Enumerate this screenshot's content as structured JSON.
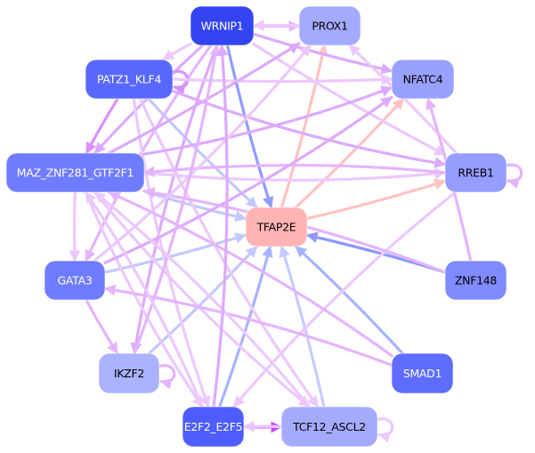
{
  "diagram": {
    "type": "directed-network",
    "nodes": [
      {
        "id": "WRNIP1",
        "label": "WRNIP1",
        "fill": "#3344f2",
        "text_color": "#ffffff"
      },
      {
        "id": "PROX1",
        "label": "PROX1",
        "fill": "#a4abff",
        "text_color": "#000000"
      },
      {
        "id": "PATZ1_KLF4",
        "label": "PATZ1_KLF4",
        "fill": "#5868ff",
        "text_color": "#ffffff"
      },
      {
        "id": "NFATC4",
        "label": "NFATC4",
        "fill": "#99a1ff",
        "text_color": "#000000"
      },
      {
        "id": "MAZ_ZNF281_GTF2F1",
        "label": "MAZ_ZNF281_GTF2F1",
        "fill": "#6f7cff",
        "text_color": "#ffffff"
      },
      {
        "id": "RREB1",
        "label": "RREB1",
        "fill": "#959dff",
        "text_color": "#000000"
      },
      {
        "id": "TFAP2E",
        "label": "TFAP2E",
        "fill": "#ffb4b4",
        "text_color": "#000000"
      },
      {
        "id": "GATA3",
        "label": "GATA3",
        "fill": "#6f7cff",
        "text_color": "#ffffff"
      },
      {
        "id": "ZNF148",
        "label": "ZNF148",
        "fill": "#7f8bff",
        "text_color": "#000000"
      },
      {
        "id": "IKZF2",
        "label": "IKZF2",
        "fill": "#abb2ff",
        "text_color": "#000000"
      },
      {
        "id": "SMAD1",
        "label": "SMAD1",
        "fill": "#5e6cff",
        "text_color": "#ffffff"
      },
      {
        "id": "E2F2_E2F5",
        "label": "E2F2_E2F5",
        "fill": "#4e5dff",
        "text_color": "#ffffff"
      },
      {
        "id": "TCF12_ASCL2",
        "label": "TCF12_ASCL2",
        "fill": "#a4abff",
        "text_color": "#000000"
      }
    ],
    "edges": [
      {
        "from": "WRNIP1",
        "to": "TFAP2E",
        "color": "#8f9cff"
      },
      {
        "from": "PATZ1_KLF4",
        "to": "TFAP2E",
        "color": "#c2c9ff"
      },
      {
        "from": "MAZ_ZNF281_GTF2F1",
        "to": "TFAP2E",
        "color": "#c2c9ff"
      },
      {
        "from": "GATA3",
        "to": "TFAP2E",
        "color": "#c2c9ff"
      },
      {
        "from": "IKZF2",
        "to": "TFAP2E",
        "color": "#c2c9ff"
      },
      {
        "from": "E2F2_E2F5",
        "to": "TFAP2E",
        "color": "#a8b2ff"
      },
      {
        "from": "TCF12_ASCL2",
        "to": "TFAP2E",
        "color": "#c6cbff"
      },
      {
        "from": "SMAD1",
        "to": "TFAP2E",
        "color": "#a8b2ff"
      },
      {
        "from": "ZNF148",
        "to": "TFAP2E",
        "color": "#8d98ff"
      },
      {
        "from": "TFAP2E",
        "to": "PROX1",
        "color": "#ffc2c2"
      },
      {
        "from": "TFAP2E",
        "to": "NFATC4",
        "color": "#ffc2c2"
      },
      {
        "from": "TFAP2E",
        "to": "RREB1",
        "color": "#ffc2c2"
      },
      {
        "from": "WRNIP1",
        "to": "PROX1",
        "color": "#e4b4ff"
      },
      {
        "from": "PROX1",
        "to": "WRNIP1",
        "color": "#ecc8ff"
      },
      {
        "from": "WRNIP1",
        "to": "NFATC4",
        "color": "#ddaaff"
      },
      {
        "from": "WRNIP1",
        "to": "PATZ1_KLF4",
        "color": "#ecc8ff"
      },
      {
        "from": "WRNIP1",
        "to": "MAZ_ZNF281_GTF2F1",
        "color": "#ddaaff"
      },
      {
        "from": "WRNIP1",
        "to": "IKZF2",
        "color": "#ddaaff"
      },
      {
        "from": "WRNIP1",
        "to": "GATA3",
        "color": "#e4b4ff"
      },
      {
        "from": "WRNIP1",
        "to": "RREB1",
        "color": "#ecc8ff"
      },
      {
        "from": "PATZ1_KLF4",
        "to": "PATZ1_KLF4",
        "color": "#d790ff"
      },
      {
        "from": "PATZ1_KLF4",
        "to": "MAZ_ZNF281_GTF2F1",
        "color": "#da90ff"
      },
      {
        "from": "PATZ1_KLF4",
        "to": "NFATC4",
        "color": "#ecc8ff"
      },
      {
        "from": "PATZ1_KLF4",
        "to": "RREB1",
        "color": "#ddaaff"
      },
      {
        "from": "PATZ1_KLF4",
        "to": "E2F2_E2F5",
        "color": "#ecc8ff"
      },
      {
        "from": "PATZ1_KLF4",
        "to": "TCF12_ASCL2",
        "color": "#ecc8ff"
      },
      {
        "from": "MAZ_ZNF281_GTF2F1",
        "to": "PROX1",
        "color": "#ddaaff"
      },
      {
        "from": "MAZ_ZNF281_GTF2F1",
        "to": "NFATC4",
        "color": "#ddaaff"
      },
      {
        "from": "MAZ_ZNF281_GTF2F1",
        "to": "RREB1",
        "color": "#ecc8ff"
      },
      {
        "from": "MAZ_ZNF281_GTF2F1",
        "to": "GATA3",
        "color": "#ecc8ff"
      },
      {
        "from": "MAZ_ZNF281_GTF2F1",
        "to": "E2F2_E2F5",
        "color": "#ecc8ff"
      },
      {
        "from": "MAZ_ZNF281_GTF2F1",
        "to": "TCF12_ASCL2",
        "color": "#ecc8ff"
      },
      {
        "from": "RREB1",
        "to": "MAZ_ZNF281_GTF2F1",
        "color": "#e4b4ff"
      },
      {
        "from": "RREB1",
        "to": "RREB1",
        "color": "#e4b4ff"
      },
      {
        "from": "RREB1",
        "to": "PROX1",
        "color": "#ecc8ff"
      },
      {
        "from": "RREB1",
        "to": "E2F2_E2F5",
        "color": "#ecc8ff"
      },
      {
        "from": "ZNF148",
        "to": "NFATC4",
        "color": "#e4b4ff"
      },
      {
        "from": "ZNF148",
        "to": "MAZ_ZNF281_GTF2F1",
        "color": "#e4b4ff"
      },
      {
        "from": "GATA3",
        "to": "IKZF2",
        "color": "#e4b4ff"
      },
      {
        "from": "GATA3",
        "to": "PROX1",
        "color": "#ecc8ff"
      },
      {
        "from": "GATA3",
        "to": "NFATC4",
        "color": "#ddaaff"
      },
      {
        "from": "SMAD1",
        "to": "GATA3",
        "color": "#e4b4ff"
      },
      {
        "from": "SMAD1",
        "to": "MAZ_ZNF281_GTF2F1",
        "color": "#e4b4ff"
      },
      {
        "from": "IKZF2",
        "to": "IKZF2",
        "color": "#e4b4ff"
      },
      {
        "from": "IKZF2",
        "to": "WRNIP1",
        "color": "#e4b4ff"
      },
      {
        "from": "E2F2_E2F5",
        "to": "TCF12_ASCL2",
        "color": "#c845ff"
      },
      {
        "from": "TCF12_ASCL2",
        "to": "E2F2_E2F5",
        "color": "#ecc8ff"
      },
      {
        "from": "TCF12_ASCL2",
        "to": "TCF12_ASCL2",
        "color": "#ecc8ff"
      },
      {
        "from": "TCF12_ASCL2",
        "to": "MAZ_ZNF281_GTF2F1",
        "color": "#ecc8ff"
      },
      {
        "from": "E2F2_E2F5",
        "to": "MAZ_ZNF281_GTF2F1",
        "color": "#ecc8ff"
      },
      {
        "from": "E2F2_E2F5",
        "to": "WRNIP1",
        "color": "#ddaaff"
      }
    ]
  }
}
